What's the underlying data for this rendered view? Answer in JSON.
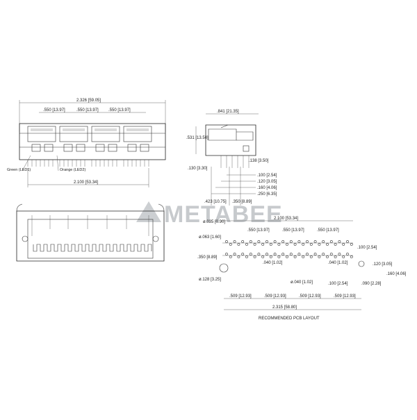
{
  "front_view": {
    "overall_width": "2.326 [59.05]",
    "pitch_1": ".550 [13.97]",
    "pitch_2": ".550 [13.97]",
    "pitch_3": ".550 [13.97]",
    "pin_span": "2.100 [53.34]",
    "led1_label": "Green (LED1)",
    "led2_label": "Orange (LED2)"
  },
  "side_view": {
    "depth": ".841 [21.35]",
    "height": ".531 [13.50]",
    "standoff": ".130 [3.30]",
    "tail_138": ".138 [3.50]",
    "pin_100": ".100 [2.54]",
    "pin_120": ".120 [3.05]",
    "pin_160": ".160 [4.06]",
    "pin_250": ".250 [6.35]",
    "offset_423": ".423 [10.75]",
    "offset_350": ".350 [8.89]"
  },
  "pcb_layout": {
    "title": "RECOMMENDED PCB LAYOUT",
    "span_2100": "2.100 [53.34]",
    "hole_035": "ø.035 [0.90]",
    "hole_063": "ø.063 [1.60]",
    "pitch_a": ".550 [13.97]",
    "pitch_b": ".550 [13.97]",
    "pitch_c": ".550 [13.97]",
    "dist_350": ".350 [8.89]",
    "hole_128": "ø.128 [3.25]",
    "gap_040a": ".040 [1.02]",
    "gap_040b": ".040 [1.02]",
    "hole_040": "ø.040 [1.02]",
    "row_100": ".100 [2.54]",
    "row_100b": ".100 [2.54]",
    "edge_120": ".120 [3.05]",
    "edge_160": ".160 [4.06]",
    "edge_090": ".090 [2.28]",
    "seg_509a": ".509 [12.93]",
    "seg_509b": ".509 [12.93]",
    "seg_509c": ".509 [12.93]",
    "seg_509d": ".509 [12.93]",
    "overall_2315": "2.315 [58.80]"
  },
  "watermark": "METABEE"
}
